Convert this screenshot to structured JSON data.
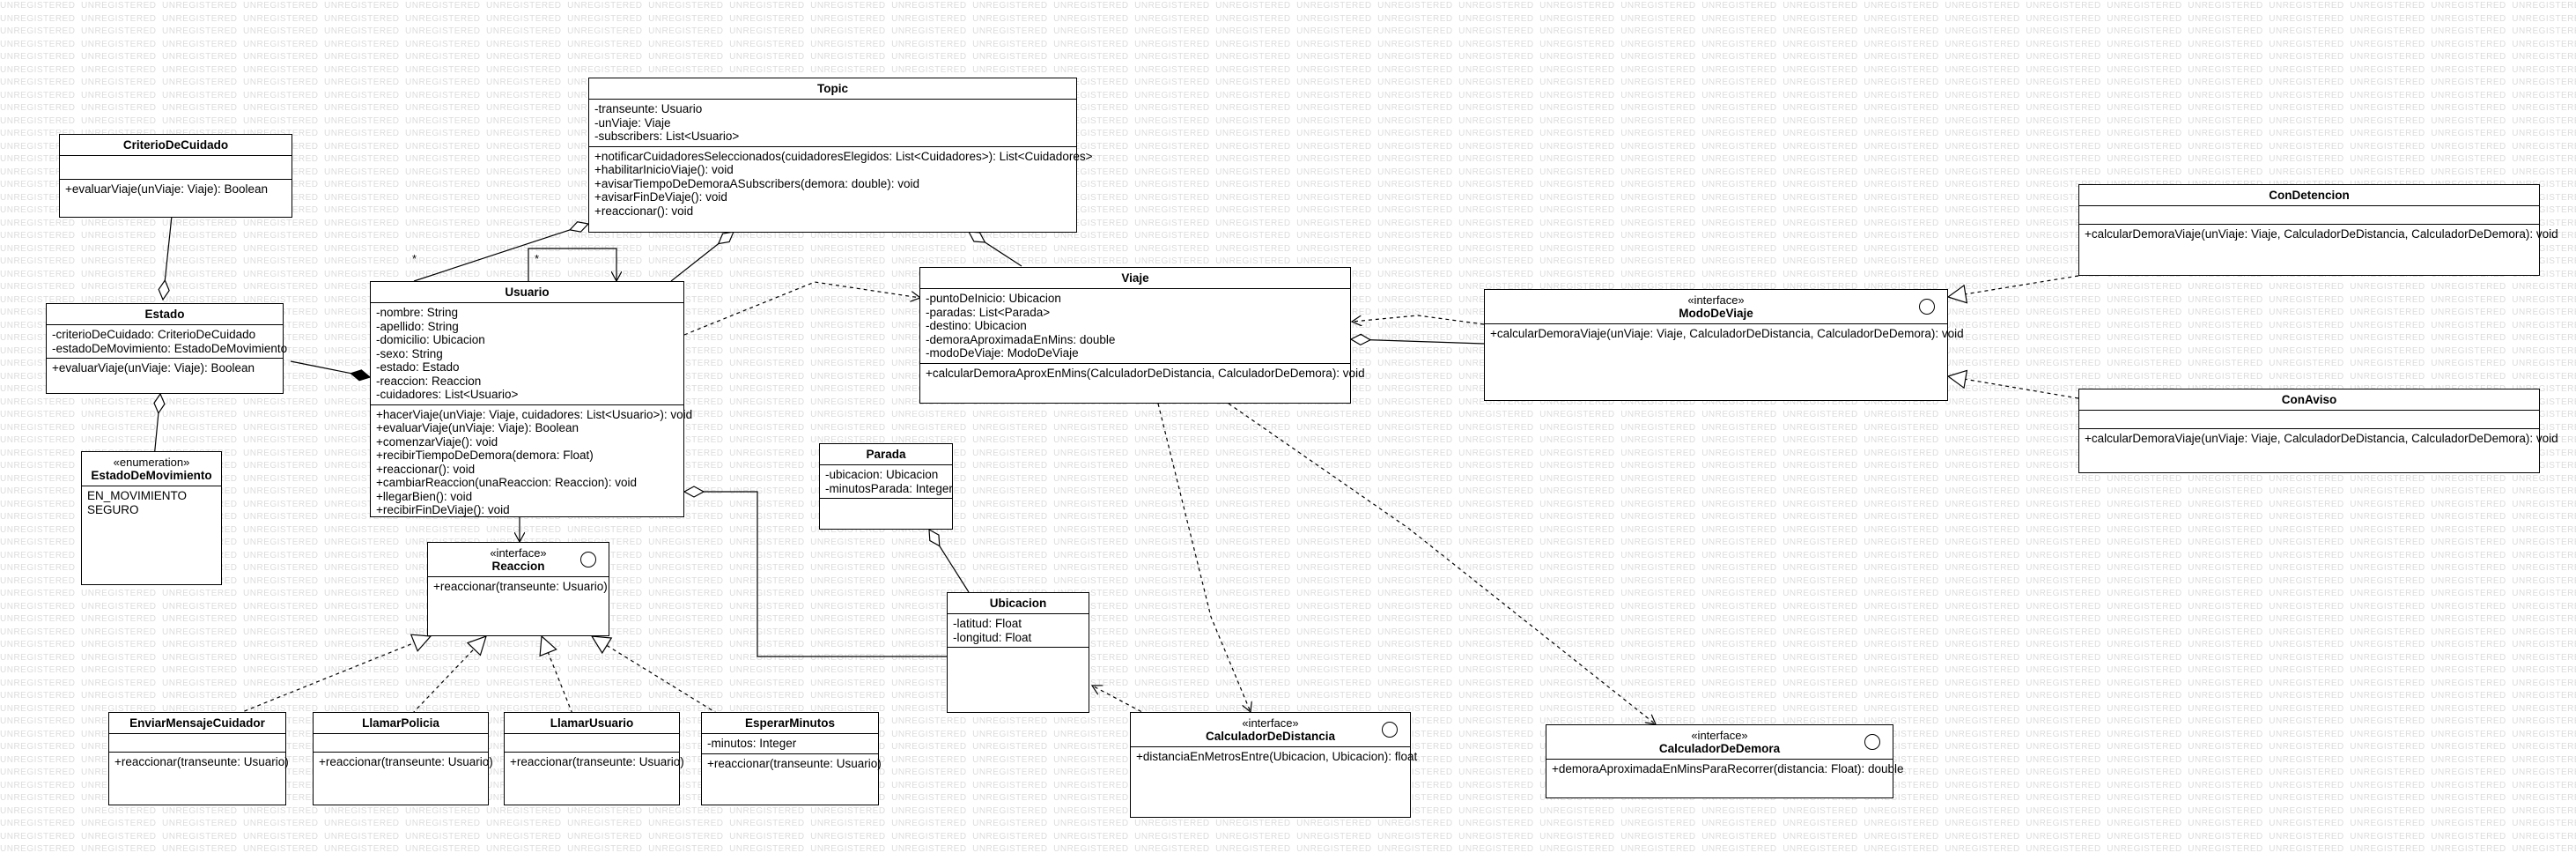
{
  "watermark_text": "UNREGISTERED",
  "classes": {
    "topic": {
      "name": "Topic",
      "attributes": [
        "-transeunte: Usuario",
        "-unViaje: Viaje",
        "-subscribers: List<Usuario>"
      ],
      "operations": [
        "+notificarCuidadoresSeleccionados(cuidadoresElegidos: List<Cuidadores>): List<Cuidadores>",
        "+habilitarInicioViaje(): void",
        "+avisarTiempoDeDemoraASubscribers(demora: double): void",
        "+avisarFinDeViaje(): void",
        "+reaccionar(): void"
      ]
    },
    "criterio": {
      "name": "CriterioDeCuidado",
      "attributes": [],
      "operations": [
        "+evaluarViaje(unViaje: Viaje): Boolean"
      ]
    },
    "estado": {
      "name": "Estado",
      "attributes": [
        "-criterioDeCuidado: CriterioDeCuidado",
        "-estadoDeMovimiento: EstadoDeMovimiento"
      ],
      "operations": [
        "+evaluarViaje(unViaje: Viaje): Boolean"
      ]
    },
    "estadoMov": {
      "stereotype": "«enumeration»",
      "name": "EstadoDeMovimiento",
      "literals": [
        "EN_MOVIMIENTO",
        "SEGURO"
      ]
    },
    "usuario": {
      "name": "Usuario",
      "attributes": [
        "-nombre: String",
        "-apellido: String",
        "-domicilio: Ubicacion",
        "-sexo: String",
        "-estado: Estado",
        "-reaccion: Reaccion",
        "-cuidadores: List<Usuario>"
      ],
      "operations": [
        "+hacerViaje(unViaje: Viaje, cuidadores: List<Usuario>): void",
        "+evaluarViaje(unViaje: Viaje): Boolean",
        "+comenzarViaje(): void",
        "+recibirTiempoDeDemora(demora: Float)",
        "+reaccionar(): void",
        "+cambiarReaccion(unaReaccion: Reaccion): void",
        "+llegarBien(): void",
        "+recibirFinDeViaje(): void"
      ]
    },
    "reaccion": {
      "stereotype": "«interface»",
      "name": "Reaccion",
      "operations": [
        "+reaccionar(transeunte: Usuario)"
      ]
    },
    "enviar": {
      "name": "EnviarMensajeCuidador",
      "attributes": [],
      "operations": [
        "+reaccionar(transeunte: Usuario)"
      ]
    },
    "llamarPolicia": {
      "name": "LlamarPolicia",
      "attributes": [],
      "operations": [
        "+reaccionar(transeunte: Usuario)"
      ]
    },
    "llamarUsuario": {
      "name": "LlamarUsuario",
      "attributes": [],
      "operations": [
        "+reaccionar(transeunte: Usuario)"
      ]
    },
    "esperar": {
      "name": "EsperarMinutos",
      "attributes": [
        "-minutos: Integer"
      ],
      "operations": [
        "+reaccionar(transeunte: Usuario)"
      ]
    },
    "viaje": {
      "name": "Viaje",
      "attributes": [
        "-puntoDeInicio: Ubicacion",
        "-paradas: List<Parada>",
        "-destino: Ubicacion",
        "-demoraAproximadaEnMins: double",
        "-modoDeViaje: ModoDeViaje"
      ],
      "operations": [
        "+calcularDemoraAproxEnMins(CalculadorDeDistancia, CalculadorDeDemora): void"
      ]
    },
    "parada": {
      "name": "Parada",
      "attributes": [
        "-ubicacion: Ubicacion",
        "-minutosParada: Integer"
      ],
      "operations": []
    },
    "ubicacion": {
      "name": "Ubicacion",
      "attributes": [
        "-latitud: Float",
        "-longitud: Float"
      ],
      "operations": []
    },
    "calcDist": {
      "stereotype": "«interface»",
      "name": "CalculadorDeDistancia",
      "operations": [
        "+distanciaEnMetrosEntre(Ubicacion, Ubicacion): float"
      ]
    },
    "calcDemora": {
      "stereotype": "«interface»",
      "name": "CalculadorDeDemora",
      "operations": [
        "+demoraAproximadaEnMinsParaRecorrer(distancia: Float): double"
      ]
    },
    "modo": {
      "stereotype": "«interface»",
      "name": "ModoDeViaje",
      "operations": [
        "+calcularDemoraViaje(unViaje: Viaje, CalculadorDeDistancia, CalculadorDeDemora): void"
      ]
    },
    "conDet": {
      "name": "ConDetencion",
      "attributes": [],
      "operations": [
        "+calcularDemoraViaje(unViaje: Viaje, CalculadorDeDistancia, CalculadorDeDemora): void"
      ]
    },
    "conAviso": {
      "name": "ConAviso",
      "attributes": [],
      "operations": [
        "+calcularDemoraViaje(unViaje: Viaje, CalculadorDeDistancia, CalculadorDeDemora): void"
      ]
    }
  },
  "multiplicities": [
    "*",
    "*"
  ]
}
